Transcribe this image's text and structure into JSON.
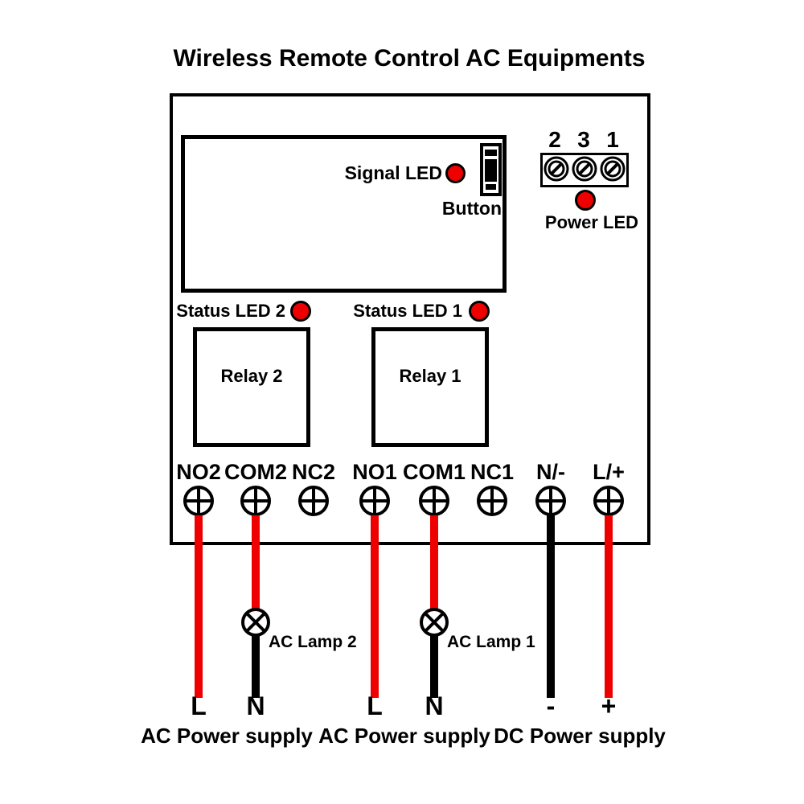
{
  "title": "Wireless Remote Control AC Equipments",
  "colors": {
    "red": "#ee0000",
    "black": "#000000"
  },
  "receiver_board": {
    "signal_led_label": "Signal LED",
    "button_label": "Button"
  },
  "antenna_terminal_block": {
    "pins": [
      "2",
      "3",
      "1"
    ],
    "power_led_label": "Power LED"
  },
  "status_leds": [
    {
      "label": "Status LED 2"
    },
    {
      "label": "Status LED 1"
    }
  ],
  "relays": [
    {
      "label": "Relay 2"
    },
    {
      "label": "Relay 1"
    }
  ],
  "output_terminals": [
    {
      "label": "NO2",
      "wire": "red"
    },
    {
      "label": "COM2",
      "wire": "red",
      "lamp_label": "AC Lamp 2",
      "wire_below_lamp": "black"
    },
    {
      "label": "NC2"
    },
    {
      "label": "NO1",
      "wire": "red"
    },
    {
      "label": "COM1",
      "wire": "red",
      "lamp_label": "AC Lamp 1",
      "wire_below_lamp": "black"
    },
    {
      "label": "NC1"
    },
    {
      "label": "N/-",
      "wire": "black"
    },
    {
      "label": "L/+",
      "wire": "red"
    }
  ],
  "supply_terminals": [
    "L",
    "N",
    "L",
    "N",
    "-",
    "+"
  ],
  "supply_captions": [
    "AC Power supply",
    "AC Power supply",
    "DC Power supply"
  ]
}
